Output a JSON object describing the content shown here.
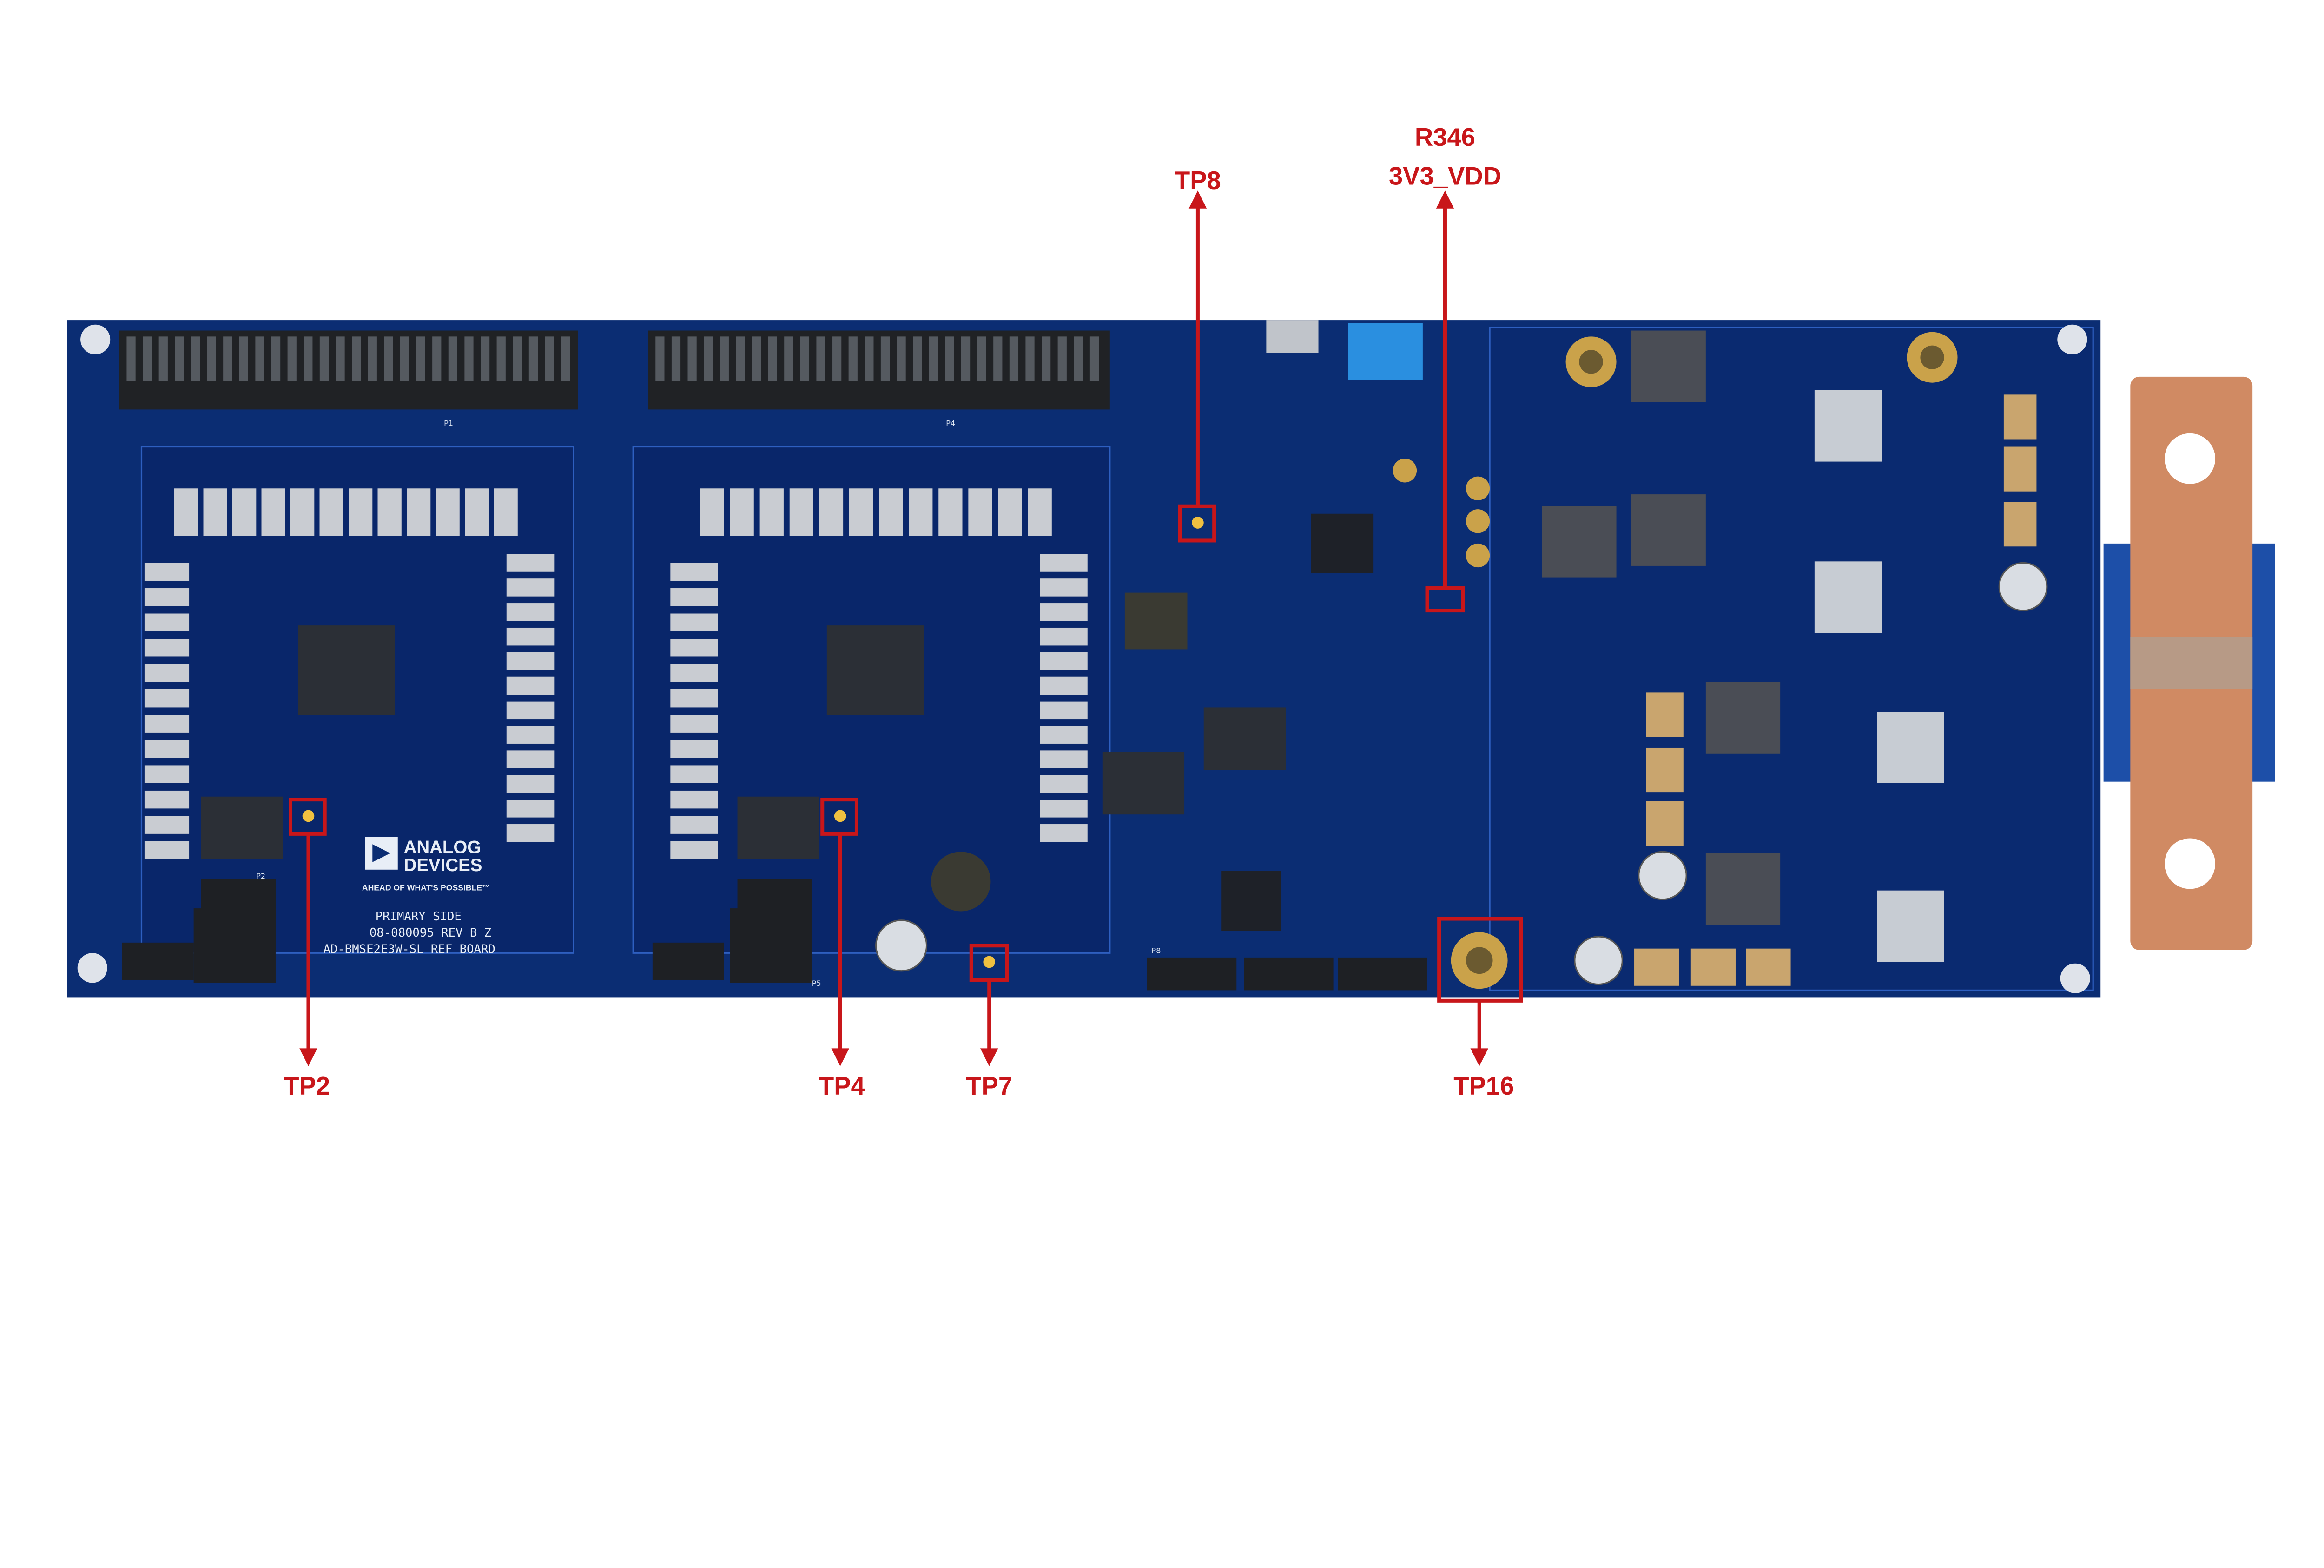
{
  "colors": {
    "callout": "#c8161a",
    "board": "#0b2d73",
    "board_dark": "#071f55",
    "copper": "#d08a63",
    "silkscreen": "#e8eef7"
  },
  "board": {
    "logo": {
      "line1": "ANALOG",
      "line2": "DEVICES",
      "tagline": "AHEAD OF WHAT'S POSSIBLE™"
    },
    "silkscreen": {
      "side": "PRIMARY SIDE",
      "part_number": "08-080095 REV B Z",
      "board_name": "AD-BMSE2E3W-SL REF BOARD"
    },
    "connector_labels": [
      "P1",
      "P4",
      "P2",
      "P5",
      "P8"
    ]
  },
  "callouts": [
    {
      "id": "tp2",
      "label": "TP2",
      "direction": "down"
    },
    {
      "id": "tp4",
      "label": "TP4",
      "direction": "down"
    },
    {
      "id": "tp7",
      "label": "TP7",
      "direction": "down"
    },
    {
      "id": "tp16",
      "label": "TP16",
      "direction": "down"
    },
    {
      "id": "tp8",
      "label": "TP8",
      "direction": "up"
    },
    {
      "id": "r346",
      "label": "R346",
      "sublabel": "3V3_VDD",
      "direction": "up"
    }
  ]
}
